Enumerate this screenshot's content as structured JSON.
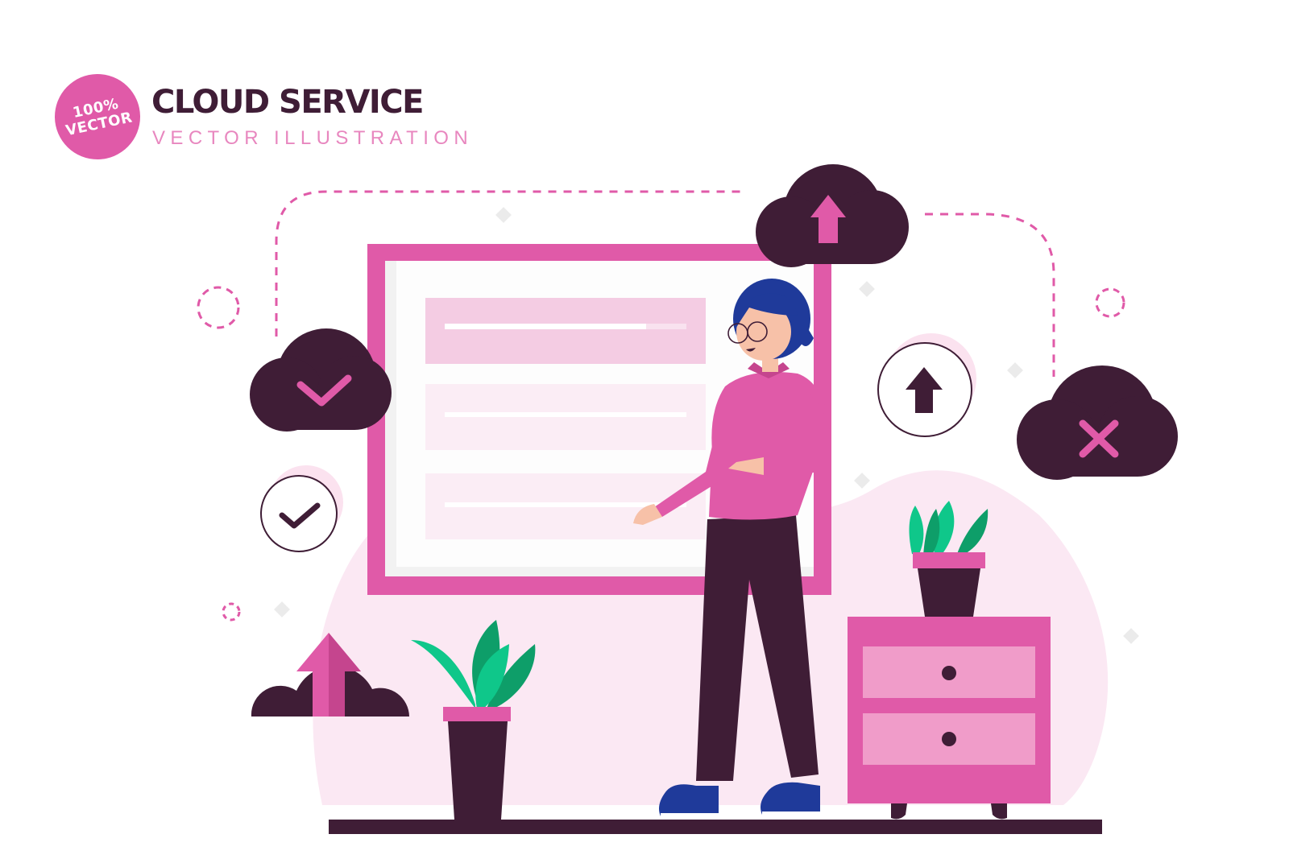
{
  "header": {
    "badge_line1": "100%",
    "badge_line2": "VECTOR",
    "title": "CLOUD SERVICE",
    "subtitle": "VECTOR ILLUSTRATION"
  },
  "colors": {
    "pink": "#e05aa8",
    "light_pink": "#f8e4f0",
    "dark_plum": "#3f1d36",
    "green": "#0fc78a",
    "dark_green": "#0e9e69",
    "blue": "#1f3a9a",
    "white": "#ffffff"
  },
  "icons": [
    "cloud-check-icon",
    "cloud-upload-icon",
    "cloud-error-icon",
    "cloud-arrow-up-icon",
    "check-circle-icon",
    "upload-circle-icon"
  ]
}
